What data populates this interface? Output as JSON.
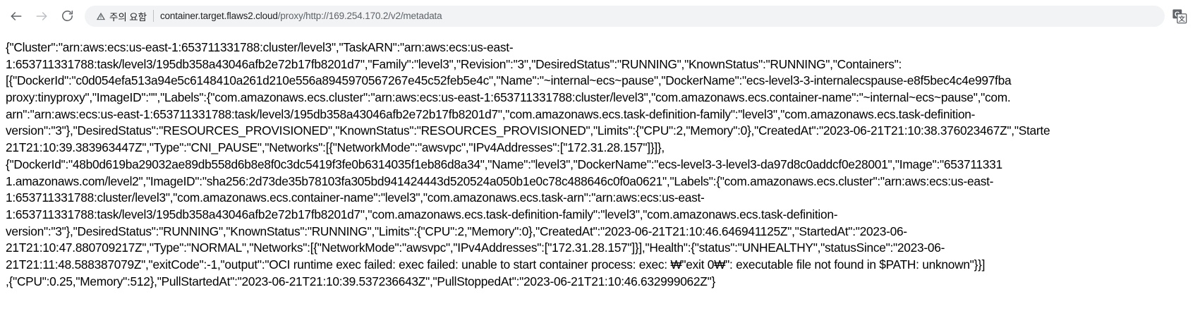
{
  "browser": {
    "back_icon": "back-arrow-icon",
    "forward_icon": "forward-arrow-icon",
    "reload_icon": "reload-icon",
    "security_icon": "warning-triangle-icon",
    "security_label": "주의 요함",
    "url_host": "container.target.flaws2.cloud",
    "url_path": "/proxy/http://169.254.170.2/v2/metadata",
    "url_full": "container.target.flaws2.cloud/proxy/http://169.254.170.2/v2/metadata",
    "translate_icon": "google-translate-icon",
    "colors": {
      "omnibox_bg": "#f1f3f4",
      "text_primary": "#202124",
      "text_secondary": "#5f6368",
      "page_bg": "#ffffff"
    }
  },
  "content": {
    "content_type": "raw-json",
    "lines": [
      "{\"Cluster\":\"arn:aws:ecs:us-east-1:653711331788:cluster/level3\",\"TaskARN\":\"arn:aws:ecs:us-east-",
      "1:653711331788:task/level3/195db358a43046afb2e72b17fb8201d7\",\"Family\":\"level3\",\"Revision\":\"3\",\"DesiredStatus\":\"RUNNING\",\"KnownStatus\":\"RUNNING\",\"Containers\":",
      "[{\"DockerId\":\"c0d054efa513a94e5c6148410a261d210e556a8945970567267e45c52feb5e4c\",\"Name\":\"~internal~ecs~pause\",\"DockerName\":\"ecs-level3-3-internalecspause-e8f5bec4c4e997fba",
      "proxy:tinyproxy\",\"ImageID\":\"\",\"Labels\":{\"com.amazonaws.ecs.cluster\":\"arn:aws:ecs:us-east-1:653711331788:cluster/level3\",\"com.amazonaws.ecs.container-name\":\"~internal~ecs~pause\",\"com.",
      "arn\":\"arn:aws:ecs:us-east-1:653711331788:task/level3/195db358a43046afb2e72b17fb8201d7\",\"com.amazonaws.ecs.task-definition-family\":\"level3\",\"com.amazonaws.ecs.task-definition-",
      "version\":\"3\"},\"DesiredStatus\":\"RESOURCES_PROVISIONED\",\"KnownStatus\":\"RESOURCES_PROVISIONED\",\"Limits\":{\"CPU\":2,\"Memory\":0},\"CreatedAt\":\"2023-06-21T21:10:38.376023467Z\",\"Starte",
      "21T21:10:39.383963447Z\",\"Type\":\"CNI_PAUSE\",\"Networks\":[{\"NetworkMode\":\"awsvpc\",\"IPv4Addresses\":[\"172.31.28.157\"]}]},",
      "{\"DockerId\":\"48b0d619ba29032ae89db558d6b8e8f0c3dc5419f3fe0b6314035f1eb86d8a34\",\"Name\":\"level3\",\"DockerName\":\"ecs-level3-3-level3-da97d8c0addcf0e28001\",\"Image\":\"653711331",
      "1.amazonaws.com/level2\",\"ImageID\":\"sha256:2d73de35b78103fa305bd941424443d520524a050b1e0c78c488646c0f0a0621\",\"Labels\":{\"com.amazonaws.ecs.cluster\":\"arn:aws:ecs:us-east-",
      "1:653711331788:cluster/level3\",\"com.amazonaws.ecs.container-name\":\"level3\",\"com.amazonaws.ecs.task-arn\":\"arn:aws:ecs:us-east-",
      "1:653711331788:task/level3/195db358a43046afb2e72b17fb8201d7\",\"com.amazonaws.ecs.task-definition-family\":\"level3\",\"com.amazonaws.ecs.task-definition-",
      "version\":\"3\"},\"DesiredStatus\":\"RUNNING\",\"KnownStatus\":\"RUNNING\",\"Limits\":{\"CPU\":2,\"Memory\":0},\"CreatedAt\":\"2023-06-21T21:10:46.646941125Z\",\"StartedAt\":\"2023-06-",
      "21T21:10:47.880709217Z\",\"Type\":\"NORMAL\",\"Networks\":[{\"NetworkMode\":\"awsvpc\",\"IPv4Addresses\":[\"172.31.28.157\"]}],\"Health\":{\"status\":\"UNHEALTHY\",\"statusSince\":\"2023-06-",
      "21T21:11:48.588387079Z\",\"exitCode\":-1,\"output\":\"OCI runtime exec failed: exec failed: unable to start container process: exec: ₩\"exit 0₩\": executable file not found in $PATH: unknown\"}}]",
      ",{\"CPU\":0.25,\"Memory\":512},\"PullStartedAt\":\"2023-06-21T21:10:39.537236643Z\",\"PullStoppedAt\":\"2023-06-21T21:10:46.632999062Z\"}"
    ]
  }
}
